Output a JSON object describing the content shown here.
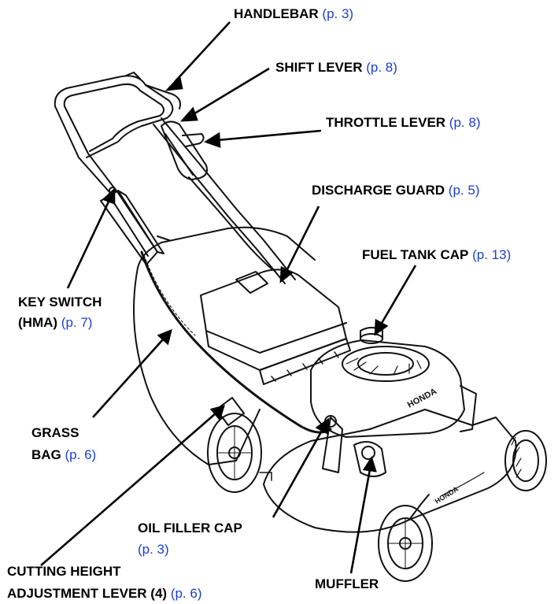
{
  "colors": {
    "label": "#000000",
    "page_ref": "#1a3fd6",
    "outline": "#111111"
  },
  "callouts": {
    "handlebar": {
      "label": "HANDLEBAR",
      "ref": "(p. 3)"
    },
    "shift_lever": {
      "label": "SHIFT LEVER",
      "ref": "(p. 8)"
    },
    "throttle_lever": {
      "label": "THROTTLE LEVER",
      "ref": "(p. 8)"
    },
    "discharge_guard": {
      "label": "DISCHARGE GUARD",
      "ref": "(p. 5)"
    },
    "fuel_tank_cap": {
      "label": "FUEL TANK CAP",
      "ref": "(p. 13)"
    },
    "key_switch": {
      "label_line1": "KEY SWITCH",
      "label_line2": "(HMA)",
      "ref": "(p. 7)"
    },
    "grass_bag": {
      "label_line1": "GRASS",
      "label_line2": "BAG",
      "ref": "(p. 6)"
    },
    "oil_filler_cap": {
      "label": "OIL FILLER CAP",
      "ref": "(p. 3)"
    },
    "cutting_height": {
      "label_line1": "CUTTING HEIGHT",
      "label_line2": "ADJUSTMENT LEVER (4)",
      "ref": "(p. 6)"
    },
    "muffler": {
      "label": "MUFFLER"
    }
  },
  "engine_brand": "HONDA",
  "deck_badge": "HONDA"
}
